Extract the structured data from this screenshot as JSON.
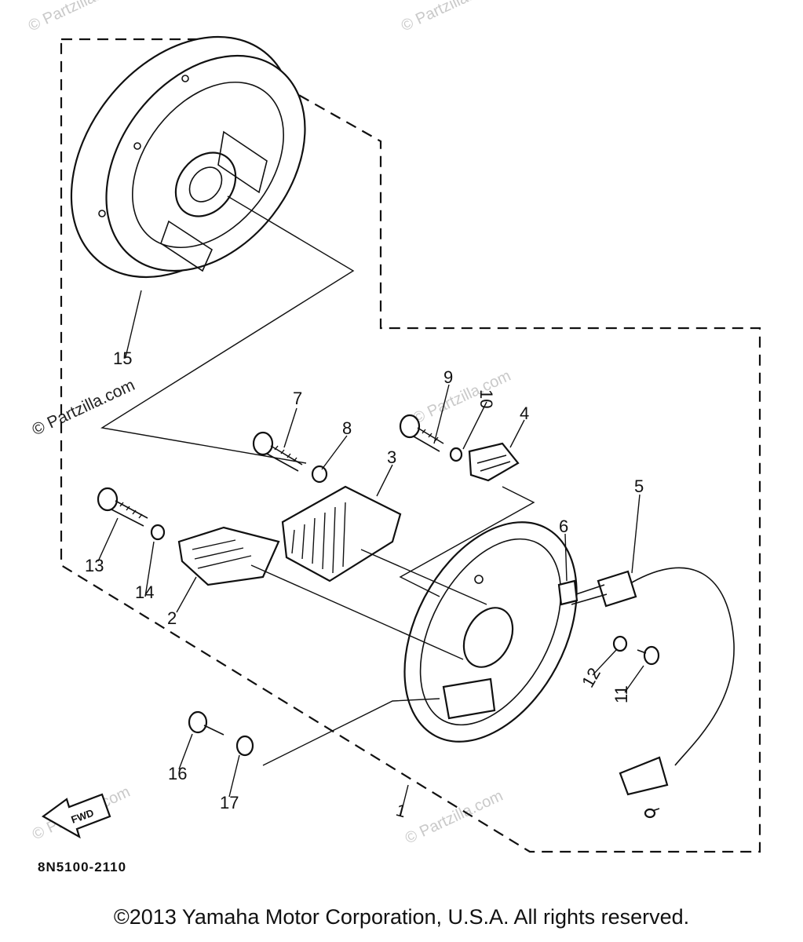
{
  "diagram": {
    "callouts": [
      "1",
      "2",
      "3",
      "4",
      "5",
      "6",
      "7",
      "8",
      "9",
      "10",
      "11",
      "12",
      "13",
      "14",
      "15",
      "16",
      "17"
    ],
    "diagram_code": "8N5100-2110",
    "fwd_label": "FWD",
    "watermarks": [
      "© Partzilla.com",
      "© Partzilla.com",
      "© Partzilla.com",
      "© Partzilla.com",
      "© Partzilla.com",
      "© Partzilla.com"
    ]
  },
  "footer": {
    "copyright": "©2013 Yamaha Motor Corporation, U.S.A. All rights reserved."
  }
}
